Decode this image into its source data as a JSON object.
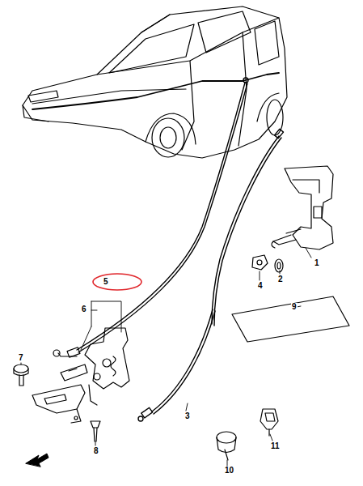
{
  "diagram": {
    "labels": [
      "1",
      "2",
      "4",
      "5",
      "6",
      "9",
      "7",
      "3",
      "8",
      "11",
      "10"
    ]
  }
}
